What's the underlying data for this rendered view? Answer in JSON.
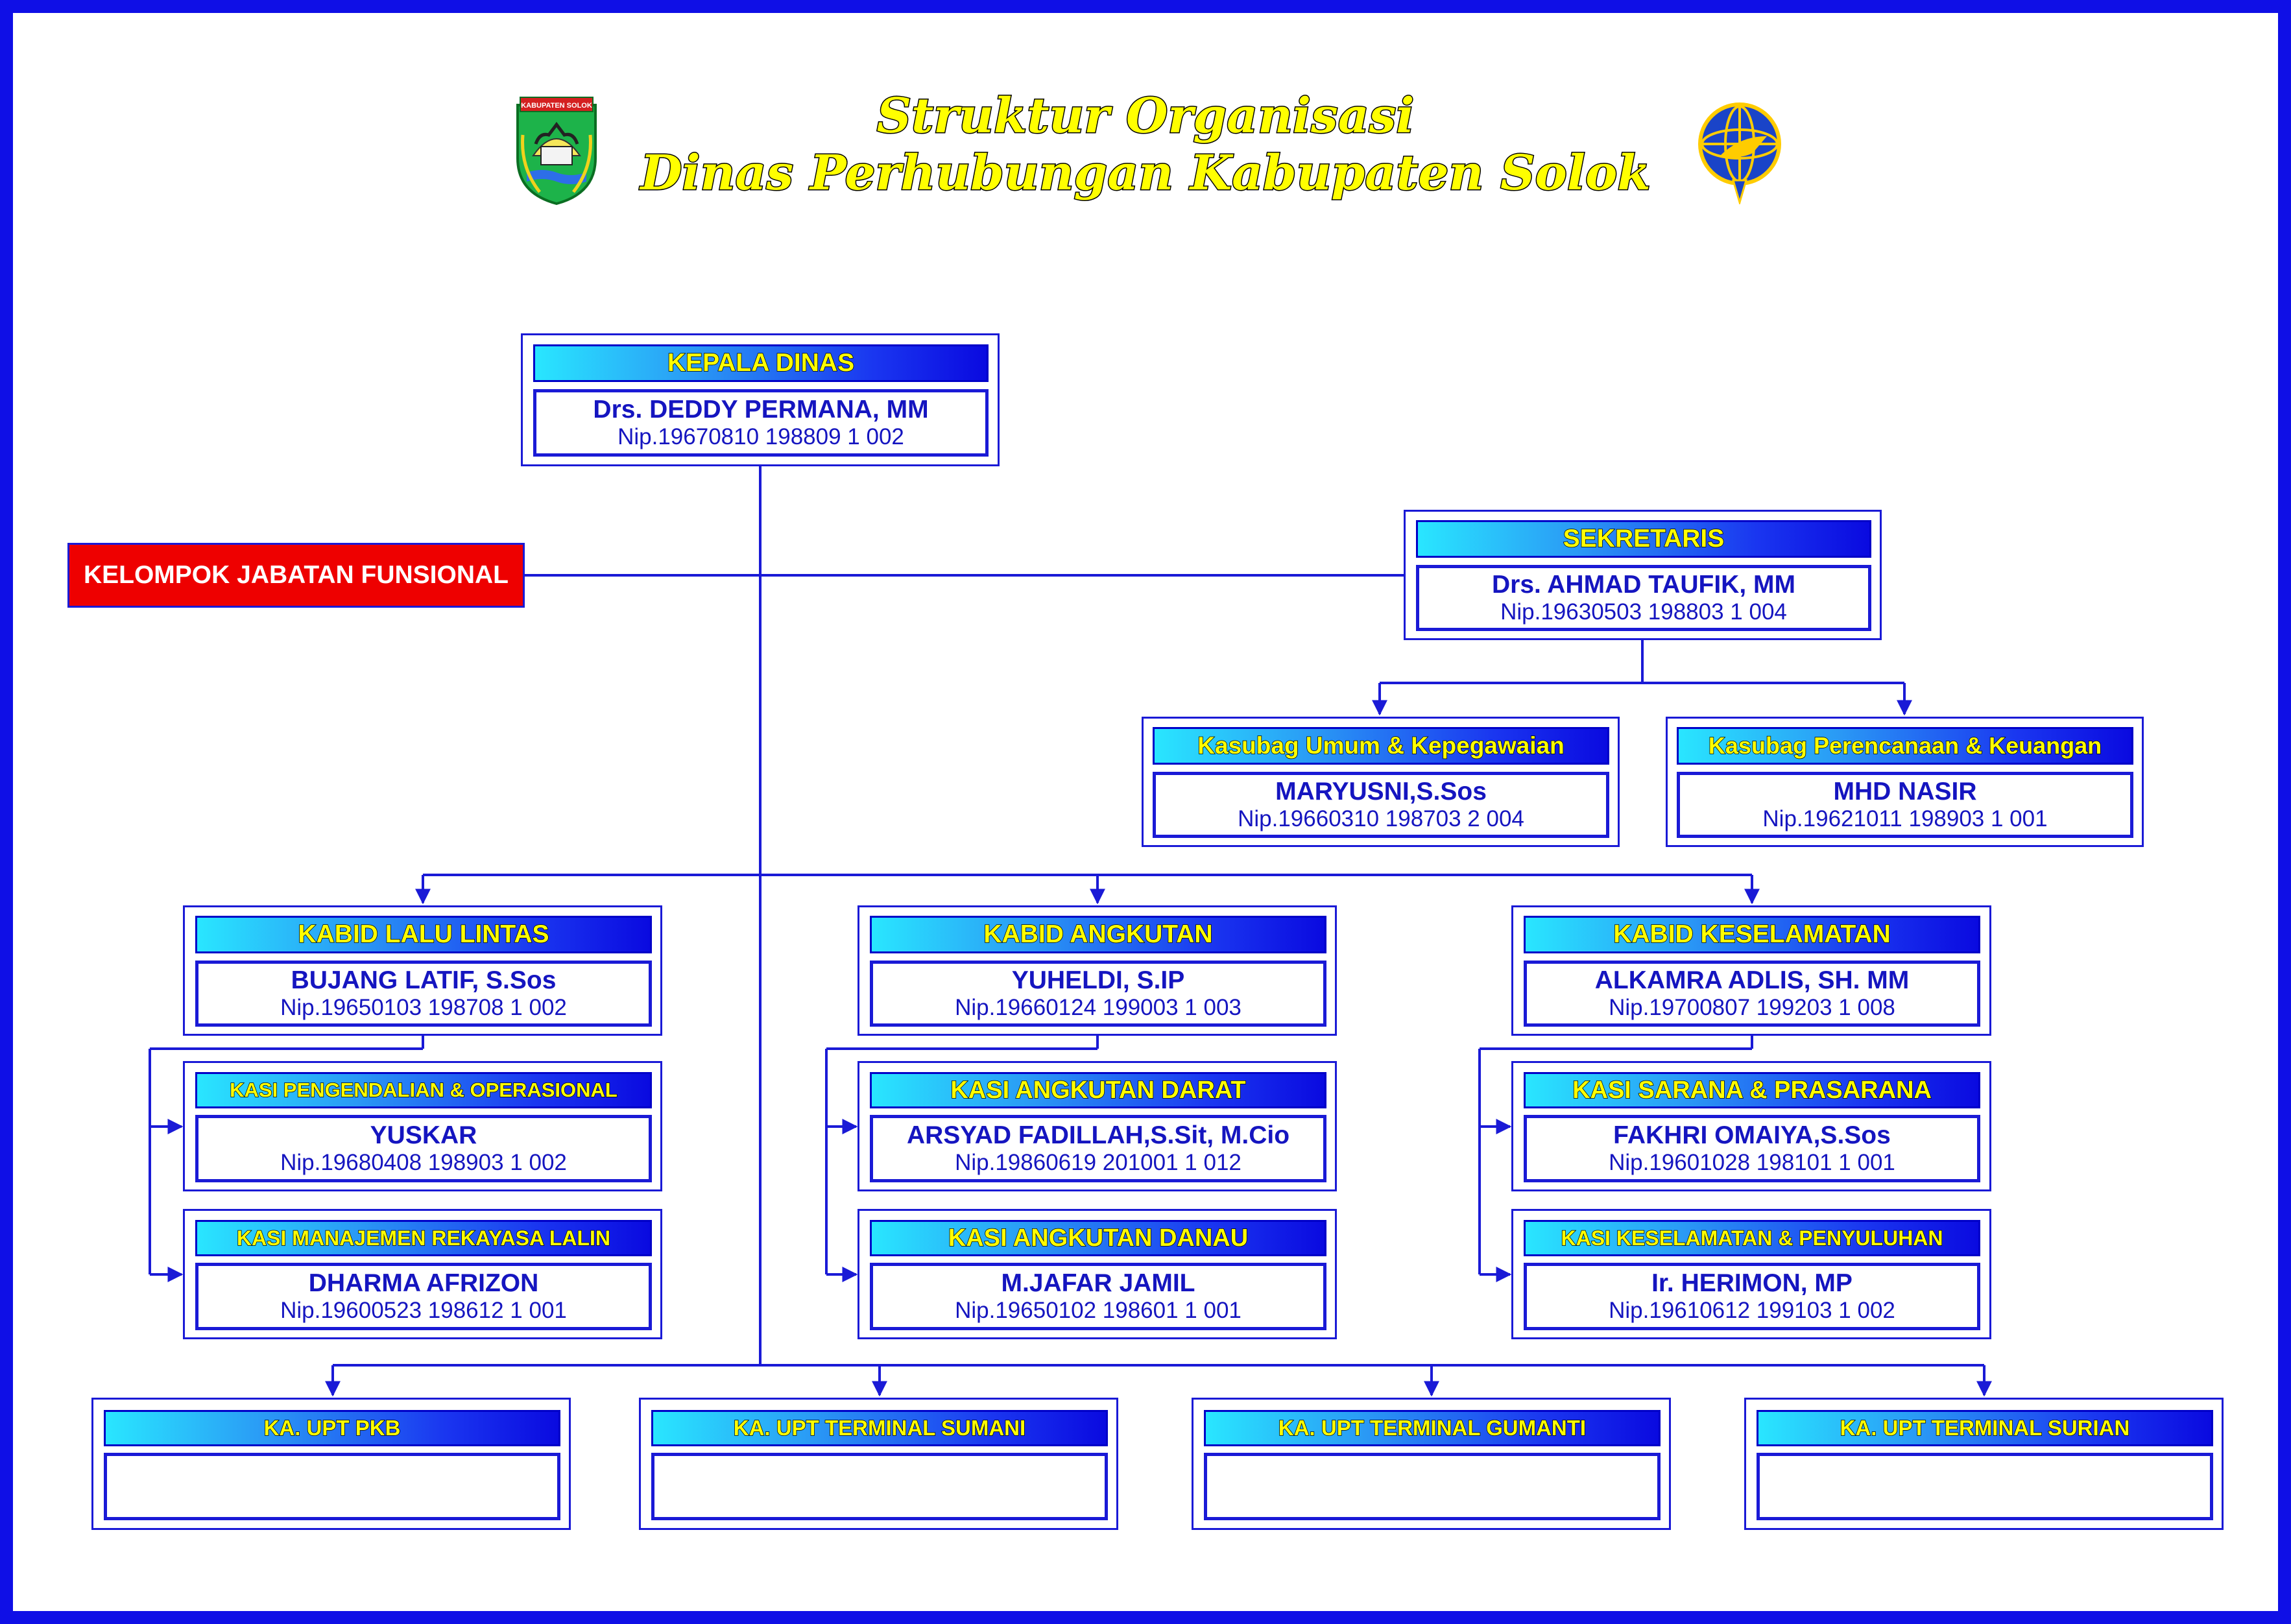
{
  "title": {
    "line1": "Struktur Organisasi",
    "line2": "Dinas Perhubungan Kabupaten Solok"
  },
  "logos": {
    "left_logo_text": "KABUPATEN SOLOK",
    "left_icon": "kabupaten-solok-emblem",
    "right_icon": "dishub-emblem"
  },
  "colors": {
    "frame": "#0f0fe6",
    "title_fill": "#ffff00",
    "line": "#1a1ad6",
    "header_gradient_start": "#29e6ff",
    "header_gradient_end": "#0a0ae0",
    "functional_group": "#ee0000"
  },
  "functional_group": "KELOMPOK JABATAN FUNSIONAL",
  "kepala": {
    "title": "KEPALA DINAS",
    "name": "Drs. DEDDY PERMANA, MM",
    "nip": "Nip.19670810 198809 1 002"
  },
  "sekretaris": {
    "title": "SEKRETARIS",
    "name": "Drs. AHMAD TAUFIK, MM",
    "nip": "Nip.19630503 198803 1 004"
  },
  "kasubag": [
    {
      "title": "Kasubag Umum & Kepegawaian",
      "name": "MARYUSNI,S.Sos",
      "nip": "Nip.19660310 198703 2 004"
    },
    {
      "title": "Kasubag Perencanaan & Keuangan",
      "name": "MHD NASIR",
      "nip": "Nip.19621011 198903 1 001"
    }
  ],
  "bidang": [
    {
      "title": "KABID LALU LINTAS",
      "name": "BUJANG LATIF, S.Sos",
      "nip": "Nip.19650103 198708 1 002",
      "kasi": [
        {
          "title": "KASI PENGENDALIAN & OPERASIONAL",
          "name": "YUSKAR",
          "nip": "Nip.19680408 198903 1 002"
        },
        {
          "title": "KASI MANAJEMEN REKAYASA LALIN",
          "name": "DHARMA AFRIZON",
          "nip": "Nip.19600523 198612 1 001"
        }
      ]
    },
    {
      "title": "KABID ANGKUTAN",
      "name": "YUHELDI, S.IP",
      "nip": "Nip.19660124 199003 1 003",
      "kasi": [
        {
          "title": "KASI ANGKUTAN DARAT",
          "name": "ARSYAD FADILLAH,S.Sit, M.Cio",
          "nip": "Nip.19860619 201001 1 012"
        },
        {
          "title": "KASI ANGKUTAN DANAU",
          "name": "M.JAFAR JAMIL",
          "nip": "Nip.19650102 198601 1 001"
        }
      ]
    },
    {
      "title": "KABID KESELAMATAN",
      "name": "ALKAMRA ADLIS, SH. MM",
      "nip": "Nip.19700807 199203 1 008",
      "kasi": [
        {
          "title": "KASI SARANA & PRASARANA",
          "name": "FAKHRI OMAIYA,S.Sos",
          "nip": "Nip.19601028 198101 1 001"
        },
        {
          "title": "KASI KESELAMATAN & PENYULUHAN",
          "name": "Ir. HERIMON, MP",
          "nip": "Nip.19610612 199103 1 002"
        }
      ]
    }
  ],
  "upt": [
    {
      "title": "KA. UPT PKB"
    },
    {
      "title": "KA. UPT TERMINAL SUMANI"
    },
    {
      "title": "KA. UPT TERMINAL GUMANTI"
    },
    {
      "title": "KA. UPT TERMINAL SURIAN"
    }
  ]
}
